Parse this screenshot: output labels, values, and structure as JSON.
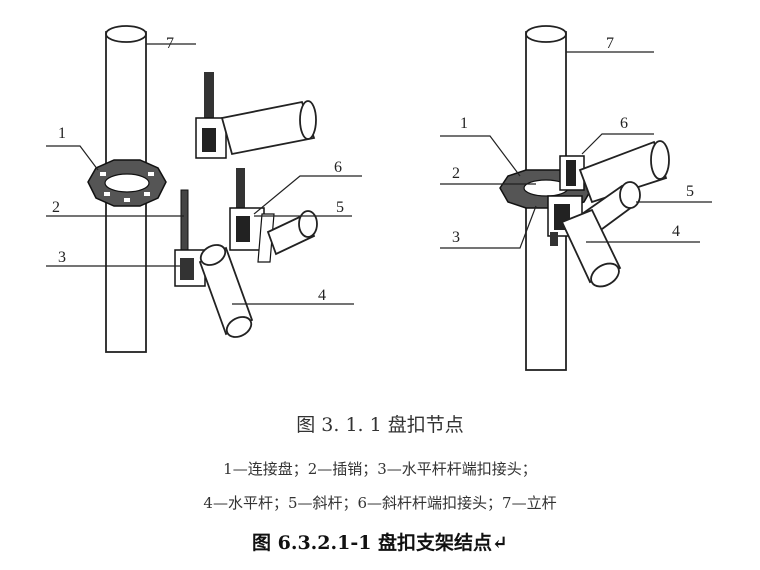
{
  "figure": {
    "left_labels": [
      "1",
      "2",
      "3",
      "4",
      "5",
      "6",
      "7"
    ],
    "right_labels": [
      "1",
      "2",
      "3",
      "4",
      "5",
      "6",
      "7"
    ]
  },
  "captions": {
    "fig_title": "图 3. 1. 1   盘扣节点",
    "legend_line1": "1—连接盘；2—插销；3—水平杆杆端扣接头；",
    "legend_line2": "4—水平杆；5—斜杆；6—斜杆杆端扣接头；7—立杆",
    "main_title": "图 6.3.2.1-1    盘扣支架结点↵"
  }
}
